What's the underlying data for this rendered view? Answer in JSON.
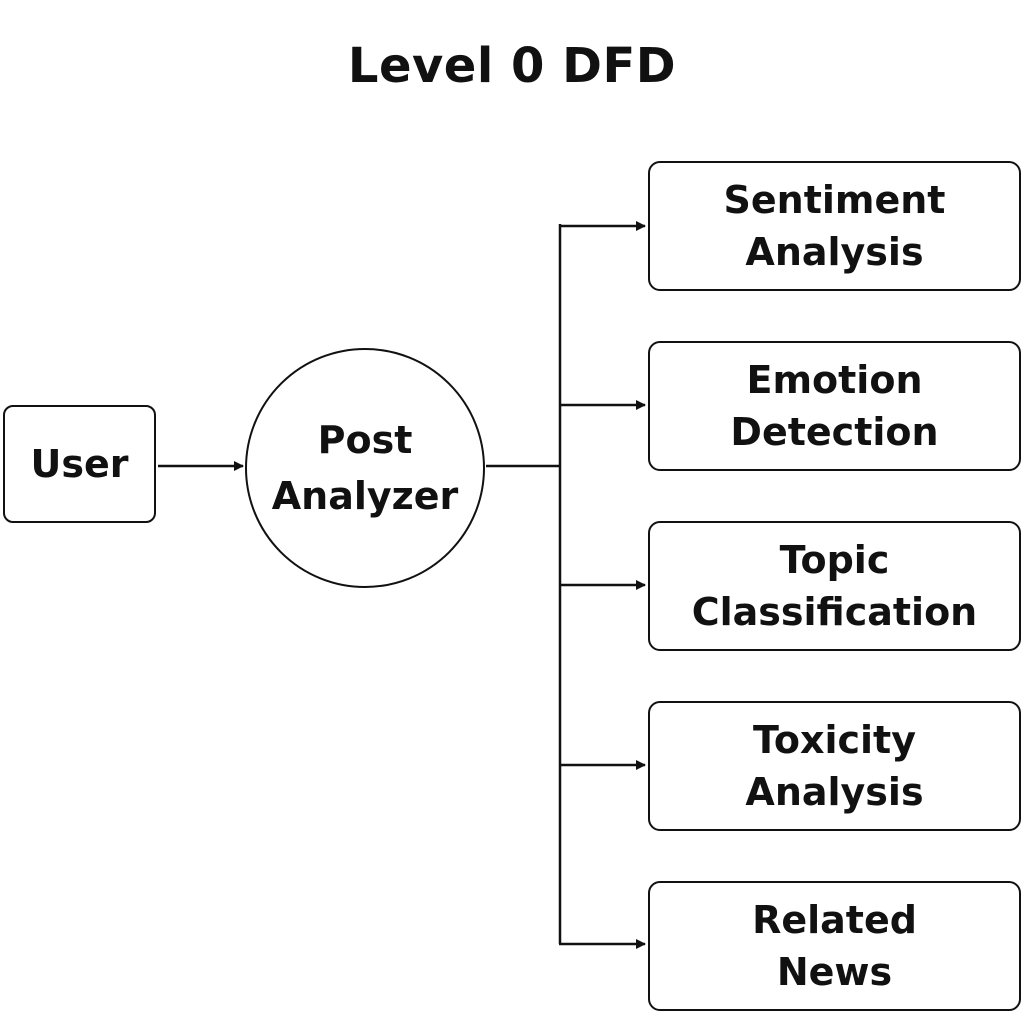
{
  "diagram": {
    "title": "Level 0 DFD",
    "external_entity": {
      "label": "User"
    },
    "process": {
      "label_line1": "Post",
      "label_line2": "Analyzer"
    },
    "outputs": [
      {
        "line1": "Sentiment",
        "line2": "Analysis"
      },
      {
        "line1": "Emotion",
        "line2": "Detection"
      },
      {
        "line1": "Topic",
        "line2": "Classification"
      },
      {
        "line1": "Toxicity",
        "line2": "Analysis"
      },
      {
        "line1": "Related",
        "line2": "News"
      }
    ],
    "edges": [
      {
        "from": "User",
        "to": "Post Analyzer"
      },
      {
        "from": "Post Analyzer",
        "to": "Sentiment Analysis"
      },
      {
        "from": "Post Analyzer",
        "to": "Emotion Detection"
      },
      {
        "from": "Post Analyzer",
        "to": "Topic Classification"
      },
      {
        "from": "Post Analyzer",
        "to": "Toxicity Analysis"
      },
      {
        "from": "Post Analyzer",
        "to": "Related News"
      }
    ]
  }
}
